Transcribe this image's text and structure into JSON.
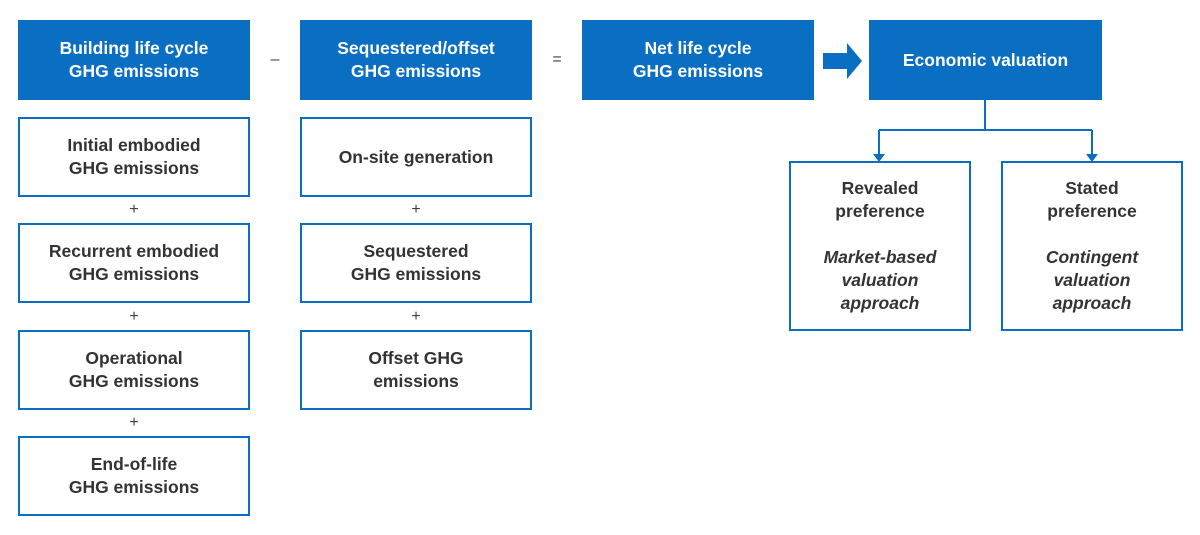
{
  "colors": {
    "primary_blue": "#0a6fc2",
    "text_dark": "#333333",
    "white": "#ffffff"
  },
  "headers": {
    "building": [
      "Building life cycle",
      "GHG emissions"
    ],
    "sequestered": [
      "Sequestered/offset",
      "GHG emissions"
    ],
    "net": [
      "Net life cycle",
      "GHG emissions"
    ],
    "valuation": [
      "Economic valuation"
    ]
  },
  "operators": {
    "minus": "–",
    "equals": "=",
    "plus": "+"
  },
  "building_components": [
    [
      "Initial embodied",
      "GHG emissions"
    ],
    [
      "Recurrent embodied",
      "GHG emissions"
    ],
    [
      "Operational",
      "GHG emissions"
    ],
    [
      "End-of-life",
      "GHG emissions"
    ]
  ],
  "sequestered_components": [
    [
      "On-site generation"
    ],
    [
      "Sequestered",
      "GHG emissions"
    ],
    [
      "Offset GHG",
      "emissions"
    ]
  ],
  "valuation_methods": [
    {
      "title": [
        "Revealed",
        "preference"
      ],
      "approach": [
        "Market-based",
        "valuation",
        "approach"
      ]
    },
    {
      "title": [
        "Stated",
        "preference"
      ],
      "approach": [
        "Contingent",
        "valuation",
        "approach"
      ]
    }
  ],
  "icons": {
    "flow_arrow": "right-arrow-icon"
  }
}
